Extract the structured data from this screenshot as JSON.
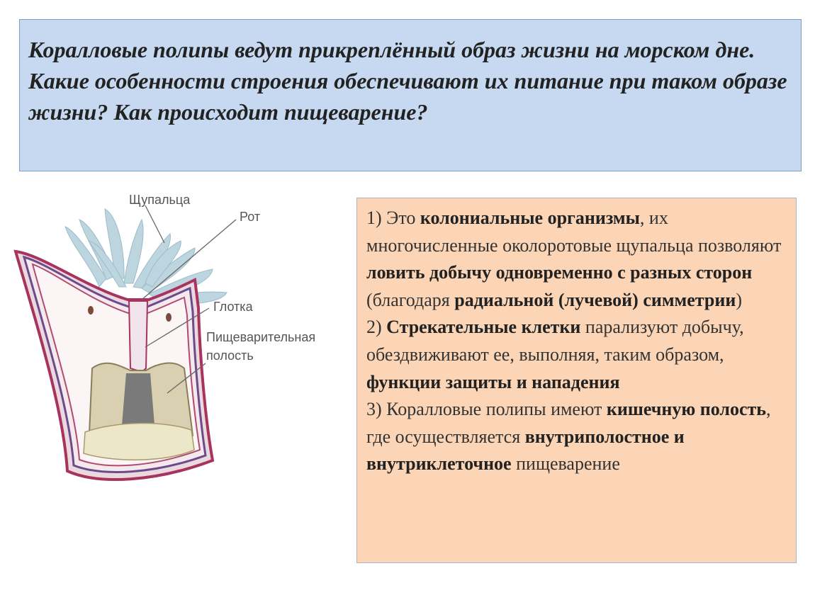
{
  "question": "Коралловые полипы ведут прикреплённый образ жизни на морском дне. Какие особенности строения обеспечивают их питание при таком образе жизни? Как происходит пищеварение?",
  "diagram": {
    "labels": {
      "tentacles": "Щупальца",
      "mouth": "Рот",
      "pharynx": "Глотка",
      "cavity_line1": "Пищеварительная",
      "cavity_line2": "полость"
    }
  },
  "answer": {
    "p1": {
      "num": "1) ",
      "t1": "Это ",
      "b1": "колониальные организмы",
      "t2": ", их многочисленные околоротовые щупальца позволяют ",
      "b2": "ловить добычу одновременно с разных сторон",
      "t3": " (благодаря ",
      "b3": "радиальной (лучевой) симметрии",
      "t4": ")"
    },
    "p2": {
      "num": "2) ",
      "b1": "Стрекательные клетки",
      "t1": " парализуют добычу, обездвиживают ее, выполняя, таким образом, ",
      "b2": "функции защиты и нападения"
    },
    "p3": {
      "num": "3) ",
      "t1": "Коралловые полипы имеют ",
      "b1": "кишечную полость",
      "t2": ", где осуществляется ",
      "b2": "внутриполостное и внутриклеточное",
      "t3": " пищеварение"
    }
  }
}
